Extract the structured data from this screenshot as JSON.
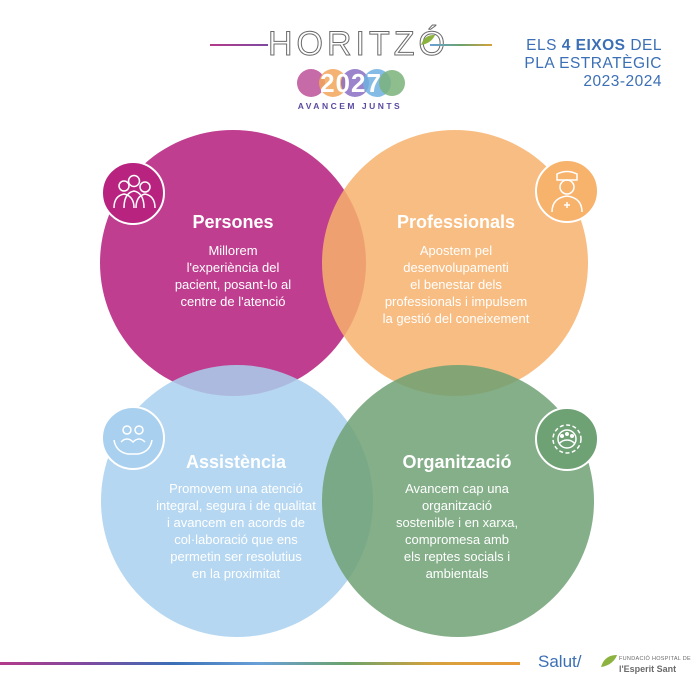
{
  "header": {
    "logo_word": "HORITZÓ",
    "logo_year": "2027",
    "logo_subtitle": "AVANCEM JUNTS",
    "plan_title_prefix": "ELS ",
    "plan_title_number": "4 EIXOS",
    "plan_title_suffix": " DEL",
    "plan_title_line2": "PLA ESTRATÈGIC",
    "plan_title_line3": "2023-2024"
  },
  "axes": [
    {
      "title": "Persones",
      "lines": [
        "Millorem",
        "l'experiència del",
        "pacient, posant-lo al",
        "centre de l'atenció"
      ],
      "color": "#b7237f",
      "icon": "people-icon"
    },
    {
      "title": "Professionals",
      "lines": [
        "Apostem pel",
        "desenvolupamenti",
        "el benestar dels",
        "professionals i impulsem",
        "la gestió del coneixement"
      ],
      "color": "#f7b26c",
      "icon": "nurse-icon"
    },
    {
      "title": "Assistència",
      "lines": [
        "Promovem una atenció",
        "integral, segura i de qualitat",
        "i avancem en acords de",
        "col·laboració que ens",
        "permetin ser resolutius",
        "en la proximitat"
      ],
      "color": "#a9d0ee",
      "icon": "care-hands-icon"
    },
    {
      "title": "Organització",
      "lines": [
        "Avancem cap una",
        "organització",
        "sostenible i en xarxa,",
        "compromesa amb",
        "els reptes socials i",
        "ambientals"
      ],
      "color": "#6ea174",
      "icon": "gear-team-icon"
    }
  ],
  "footer": {
    "salut": "Salut/",
    "foundation_small": "FUNDACIÓ HOSPITAL DE",
    "foundation_name": "l'Esperit Sant"
  }
}
